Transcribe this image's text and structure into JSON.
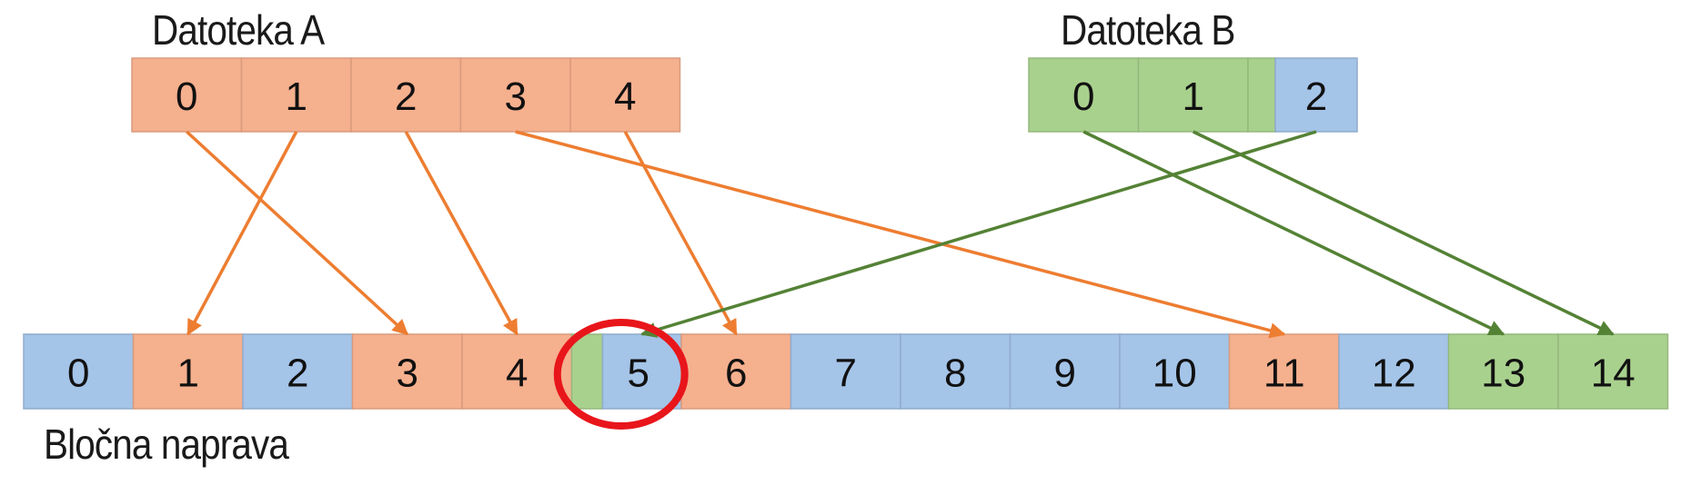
{
  "labels": {
    "file_a": "Datoteka A",
    "file_b": "Datoteka B",
    "device": "Bločna naprava"
  },
  "colors": {
    "file_a": "#f5b08e",
    "file_b": "#a9d18e",
    "free": "#a4c4e8",
    "arrow_a": "#ed7d31",
    "arrow_b": "#548235",
    "highlight": "#e8161b"
  },
  "file_a": {
    "blocks": [
      "0",
      "1",
      "2",
      "3",
      "4"
    ],
    "mapping": [
      3,
      1,
      4,
      11,
      6
    ]
  },
  "file_b": {
    "blocks": [
      "0",
      "1",
      "2"
    ],
    "mapping": [
      13,
      14,
      5
    ],
    "last_block_partial": true
  },
  "device": {
    "blocks": [
      {
        "label": "0",
        "owner": "free"
      },
      {
        "label": "1",
        "owner": "file_a"
      },
      {
        "label": "2",
        "owner": "free"
      },
      {
        "label": "3",
        "owner": "file_a"
      },
      {
        "label": "4",
        "owner": "file_a"
      },
      {
        "label": "5",
        "owner": "file_b_partial"
      },
      {
        "label": "6",
        "owner": "file_a"
      },
      {
        "label": "7",
        "owner": "free"
      },
      {
        "label": "8",
        "owner": "free"
      },
      {
        "label": "9",
        "owner": "free"
      },
      {
        "label": "10",
        "owner": "free"
      },
      {
        "label": "11",
        "owner": "file_a"
      },
      {
        "label": "12",
        "owner": "free"
      },
      {
        "label": "13",
        "owner": "file_b"
      },
      {
        "label": "14",
        "owner": "file_b"
      }
    ],
    "highlighted_block": 5
  }
}
